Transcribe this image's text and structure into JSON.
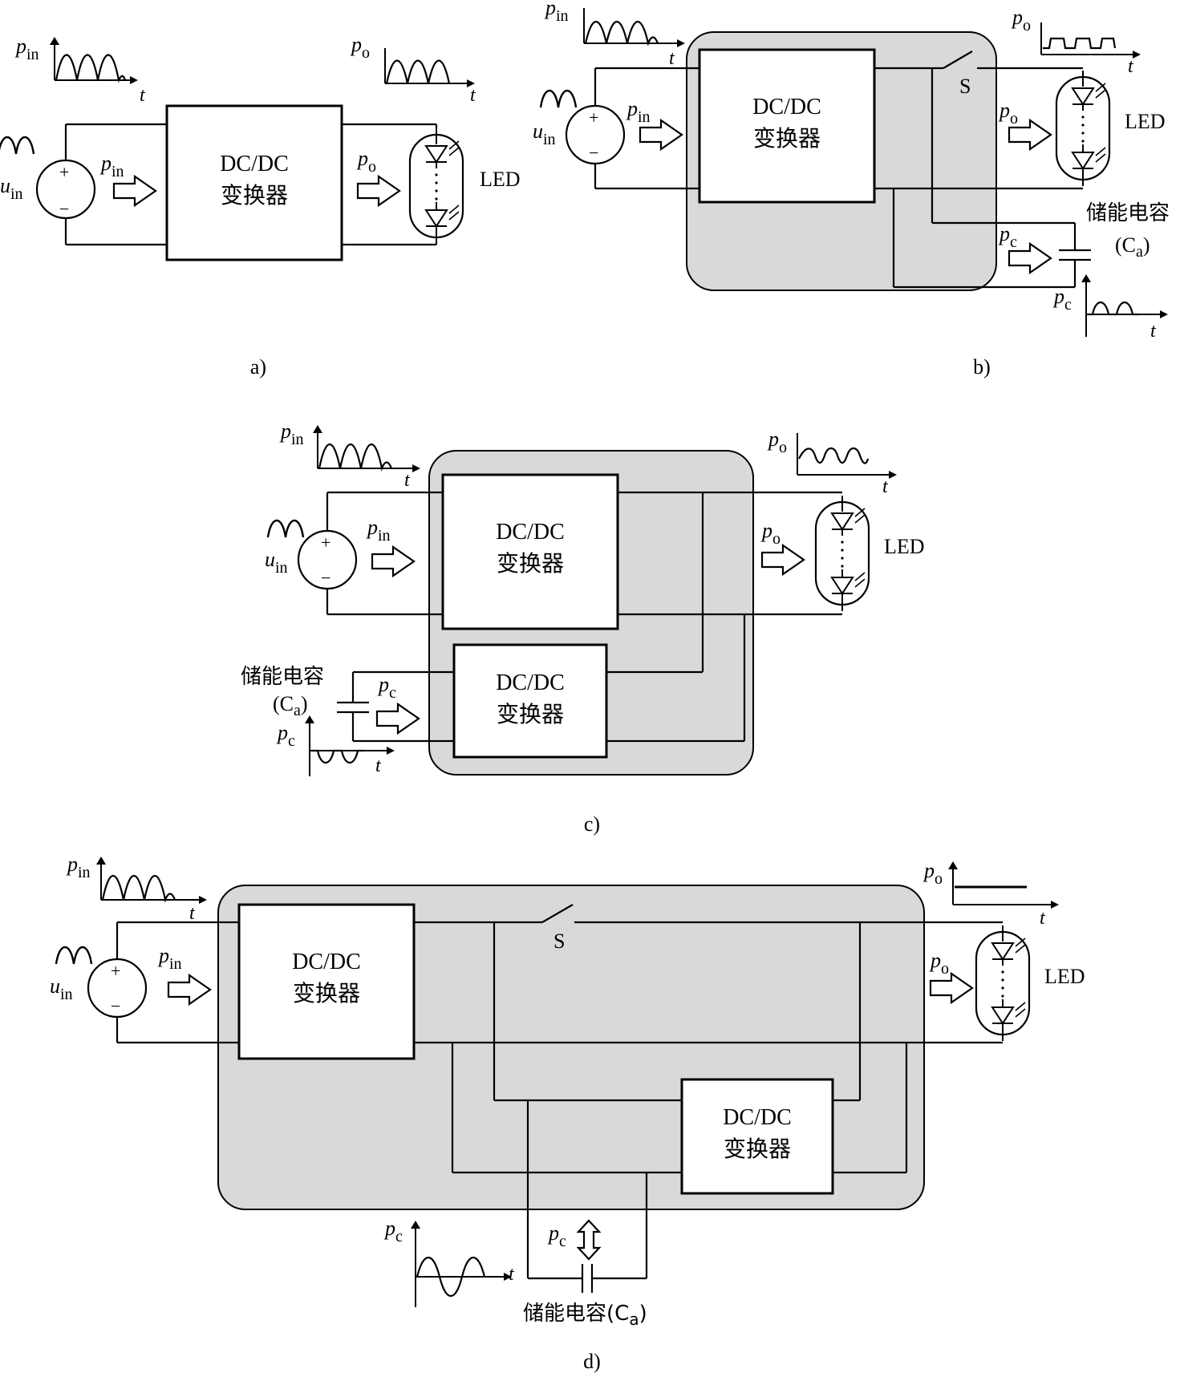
{
  "labels": {
    "converter_line1": "DC/DC",
    "converter_line2": "变换器",
    "led": "LED",
    "switch": "S",
    "storage_cap": "储能电容",
    "cap_symbol": "(C",
    "cap_sub": "a",
    "cap_close": ")",
    "time_axis": "t",
    "pin_base": "p",
    "pin_sub": "in",
    "po_base": "p",
    "po_sub": "o",
    "pc_base": "p",
    "pc_sub": "c",
    "uin_base": "u",
    "uin_sub": "in",
    "plus": "+",
    "minus": "−"
  },
  "panels": [
    {
      "id": "a",
      "caption": "a)"
    },
    {
      "id": "b",
      "caption": "b)"
    },
    {
      "id": "c",
      "caption": "c)"
    },
    {
      "id": "d",
      "caption": "d)"
    }
  ]
}
